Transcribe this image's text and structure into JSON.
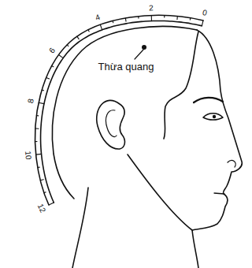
{
  "diagram": {
    "labels": [
      "0",
      "2",
      "4",
      "6",
      "8",
      "10",
      "12",
      "Thừa quang"
    ]
  }
}
